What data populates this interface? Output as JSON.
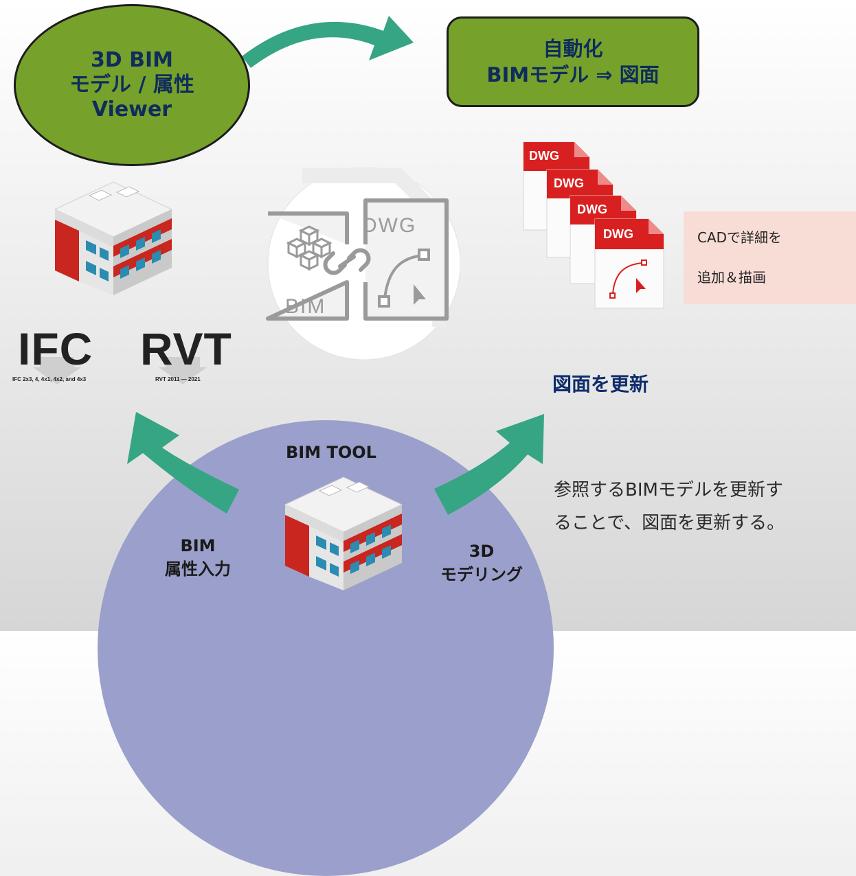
{
  "viewer": {
    "line1": "3D BIM",
    "line2": "モデル / 属性",
    "line3": "Viewer"
  },
  "automation": {
    "line1": "自動化",
    "line2": "BIMモデル ⇒ 図面"
  },
  "link_panel": {
    "dwg_label": "DWG",
    "bim_label": "BIM"
  },
  "dwg_files": {
    "label": "DWG"
  },
  "cad_note": {
    "line1": "CADで詳細を",
    "line2": "追加＆描画"
  },
  "formats": {
    "ifc": {
      "name": "IFC",
      "versions": "IFC 2x3, 4, 4x1, 4x2, and 4x3"
    },
    "rvt": {
      "name": "RVT",
      "versions": "RVT 2011 — 2021"
    }
  },
  "update": {
    "title": "図面を更新",
    "desc_line1": "参照するBIMモデルを更新す",
    "desc_line2": "ることで、図面を更新する。"
  },
  "bim_tool": {
    "title": "BIM TOOL",
    "left_label_1": "BIM",
    "left_label_2": "属性入力",
    "right_label_1": "3D",
    "right_label_2": "モデリング"
  },
  "colors": {
    "green": "#76a22c",
    "teal_arrow": "#35a583",
    "navy_text": "#0f2c5c",
    "dome": "#9b9fcb",
    "dwg_red": "#d92020",
    "note_bg": "#f8ddd6"
  }
}
